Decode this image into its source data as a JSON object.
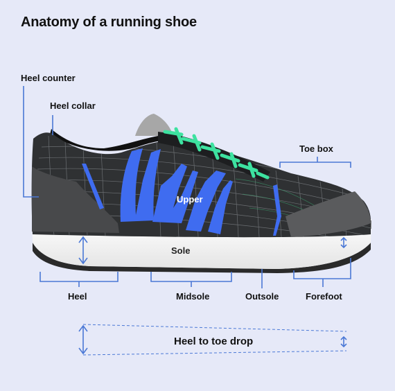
{
  "title": "Anatomy of a running shoe",
  "labels": {
    "heel_counter": "Heel counter",
    "heel_collar": "Heel collar",
    "toe_box": "Toe box",
    "upper": "Upper",
    "sole": "Sole",
    "heel": "Heel",
    "midsole": "Midsole",
    "outsole": "Outsole",
    "forefoot": "Forefoot",
    "heel_to_toe_drop": "Heel to toe drop"
  },
  "colors": {
    "background": "#e6e9f8",
    "leader_lines": "#4a78d6",
    "upper_mesh": "#2f3133",
    "accent_stripes": "#3f6cf0",
    "laces": "#3de2a0",
    "midsole": "#f4f4f4",
    "outsole": "#2a2a2a"
  }
}
